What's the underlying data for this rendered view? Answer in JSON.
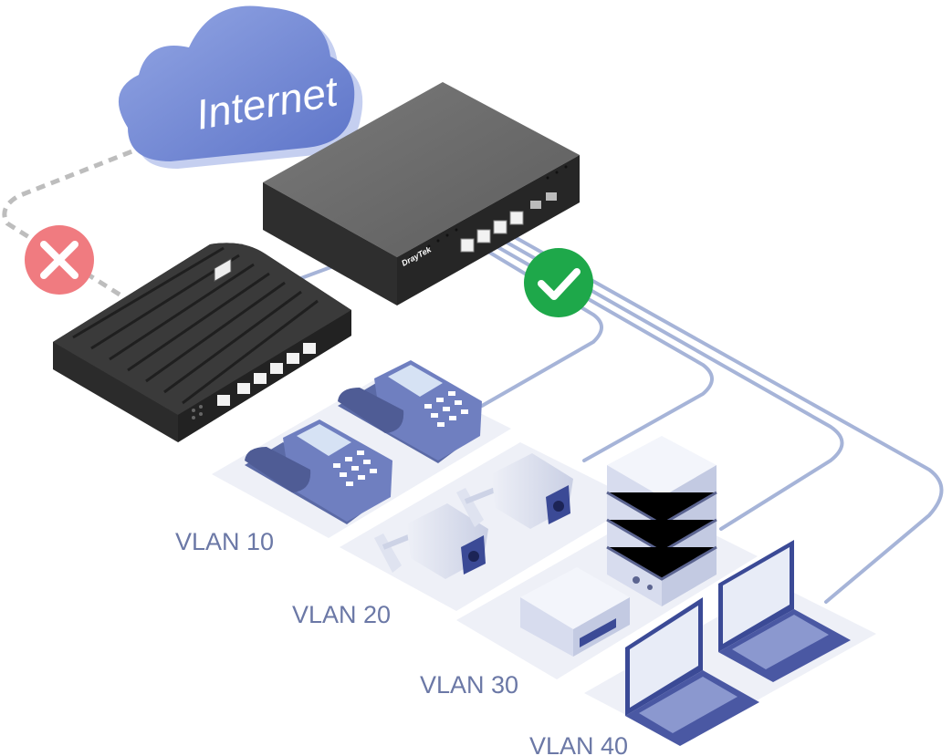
{
  "cloud": {
    "label": "Internet"
  },
  "router": {
    "brand": "DrayTek"
  },
  "status": {
    "blocked_icon": "x-circle-icon",
    "allowed_icon": "check-circle-icon"
  },
  "vlans": [
    {
      "label": "VLAN 10",
      "devices": "ip-phones"
    },
    {
      "label": "VLAN 20",
      "devices": "ip-cameras"
    },
    {
      "label": "VLAN 30",
      "devices": "servers"
    },
    {
      "label": "VLAN 40",
      "devices": "laptops"
    }
  ],
  "colors": {
    "cable": "#a6b4d8",
    "blocked": "#f07b80",
    "allowed": "#1ea84a",
    "platform": "#eef0f7",
    "vlan_text": "#6b78a6"
  }
}
